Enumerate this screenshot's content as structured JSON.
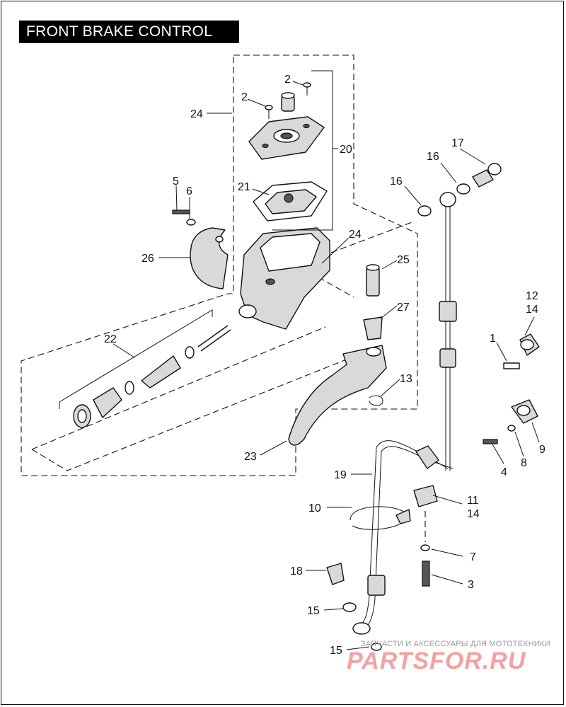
{
  "diagram": {
    "title": "FRONT BRAKE CONTROL",
    "callouts": [
      {
        "id": "c-24a",
        "text": "24"
      },
      {
        "id": "c-2a",
        "text": "2"
      },
      {
        "id": "c-2b",
        "text": "2"
      },
      {
        "id": "c-20",
        "text": "20"
      },
      {
        "id": "c-21",
        "text": "21"
      },
      {
        "id": "c-5",
        "text": "5"
      },
      {
        "id": "c-6",
        "text": "6"
      },
      {
        "id": "c-26",
        "text": "26"
      },
      {
        "id": "c-24b",
        "text": "24"
      },
      {
        "id": "c-25",
        "text": "25"
      },
      {
        "id": "c-27",
        "text": "27"
      },
      {
        "id": "c-22",
        "text": "22"
      },
      {
        "id": "c-13",
        "text": "13"
      },
      {
        "id": "c-23",
        "text": "23"
      },
      {
        "id": "c-16a",
        "text": "16"
      },
      {
        "id": "c-16b",
        "text": "16"
      },
      {
        "id": "c-17",
        "text": "17"
      },
      {
        "id": "c-12",
        "text": "12"
      },
      {
        "id": "c-14a",
        "text": "14"
      },
      {
        "id": "c-1",
        "text": "1"
      },
      {
        "id": "c-9",
        "text": "9"
      },
      {
        "id": "c-8",
        "text": "8"
      },
      {
        "id": "c-4",
        "text": "4"
      },
      {
        "id": "c-19",
        "text": "19"
      },
      {
        "id": "c-11",
        "text": "11"
      },
      {
        "id": "c-14b",
        "text": "14"
      },
      {
        "id": "c-10",
        "text": "10"
      },
      {
        "id": "c-7",
        "text": "7"
      },
      {
        "id": "c-3",
        "text": "3"
      },
      {
        "id": "c-18",
        "text": "18"
      },
      {
        "id": "c-15a",
        "text": "15"
      },
      {
        "id": "c-15b",
        "text": "15"
      }
    ]
  },
  "watermark": {
    "tagline": "ЗАПЧАСТИ И АКСЕССУАРЫ ДЛЯ МОТОТЕХНИКИ",
    "brand": "PARTSFOR.RU"
  }
}
